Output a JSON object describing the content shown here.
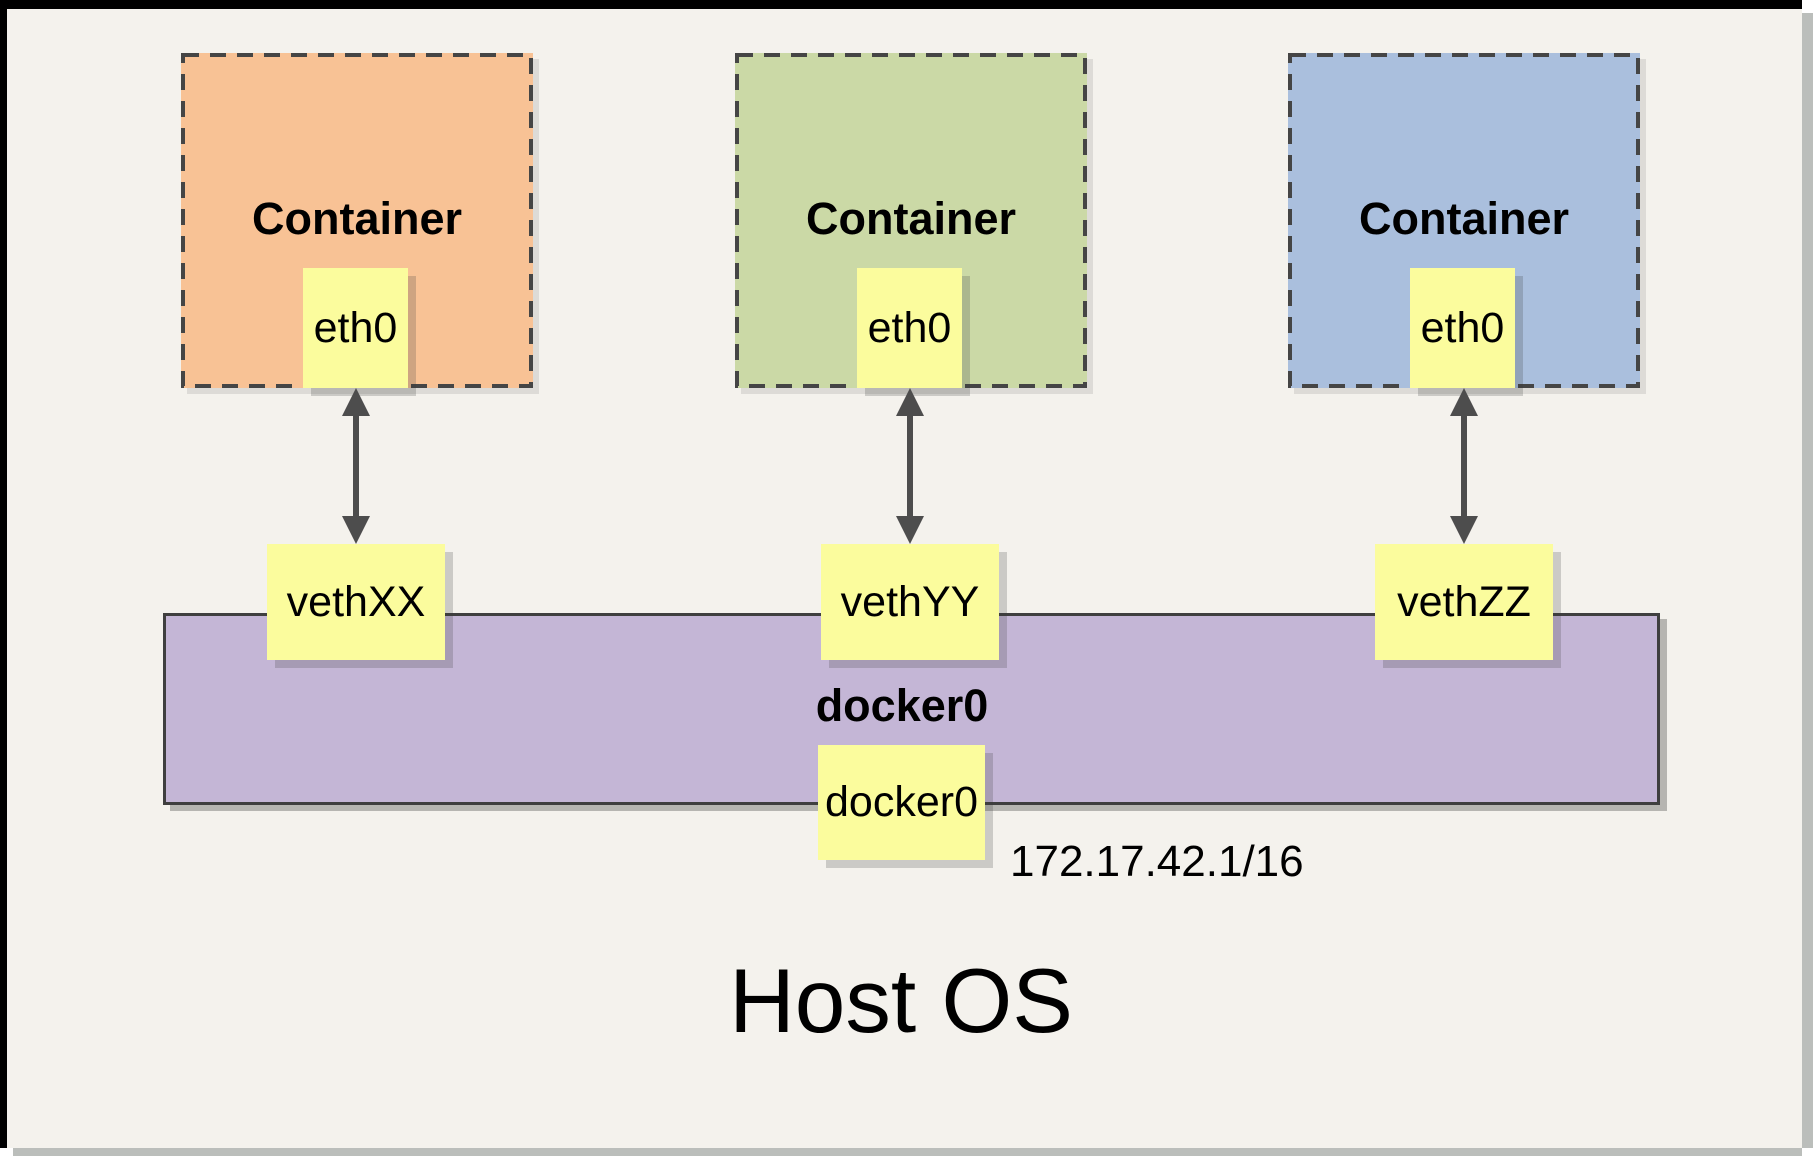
{
  "diagram": {
    "host": {
      "label": "Host OS"
    },
    "bridge": {
      "label": "docker0",
      "interface": "docker0",
      "ip": "172.17.42.1/16",
      "fill": "#C4B6D6"
    },
    "containers": [
      {
        "label": "Container",
        "interface": "eth0",
        "veth": "vethXX",
        "fill": "#F8C295"
      },
      {
        "label": "Container",
        "interface": "eth0",
        "veth": "vethYY",
        "fill": "#CBD9A6"
      },
      {
        "label": "Container",
        "interface": "eth0",
        "veth": "vethZZ",
        "fill": "#AABFDD"
      }
    ],
    "colors": {
      "background": "#F4F2ED",
      "note_fill": "#FBFC9D",
      "line": "#3F3F3F",
      "arrow": "#4D4D4D",
      "frame_border": "#000000",
      "frame_shadow": "#BBBEBB"
    }
  }
}
